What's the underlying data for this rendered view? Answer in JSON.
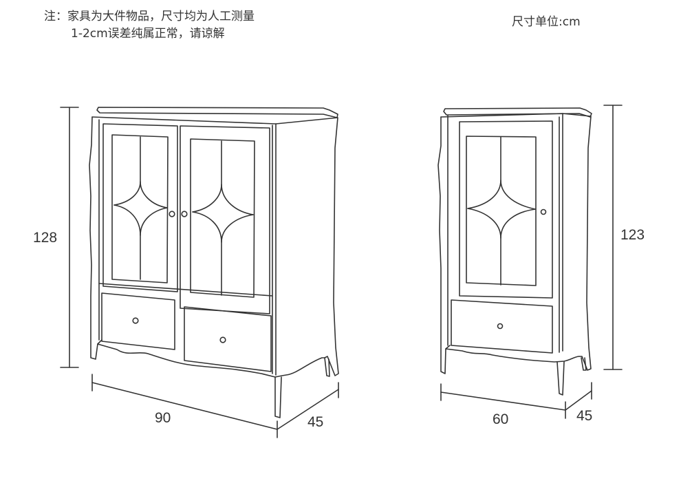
{
  "note": {
    "line1": "注：家具为大件物品，尺寸均为人工测量",
    "line2": "1-2cm误差纯属正常，请谅解"
  },
  "unit_label": "尺寸单位:cm",
  "large_cabinet": {
    "height": "128",
    "width": "90",
    "depth": "45"
  },
  "small_cabinet": {
    "height": "123",
    "width": "60",
    "depth": "45"
  },
  "colors": {
    "line": "#333333",
    "text": "#333333",
    "background": "#ffffff"
  }
}
